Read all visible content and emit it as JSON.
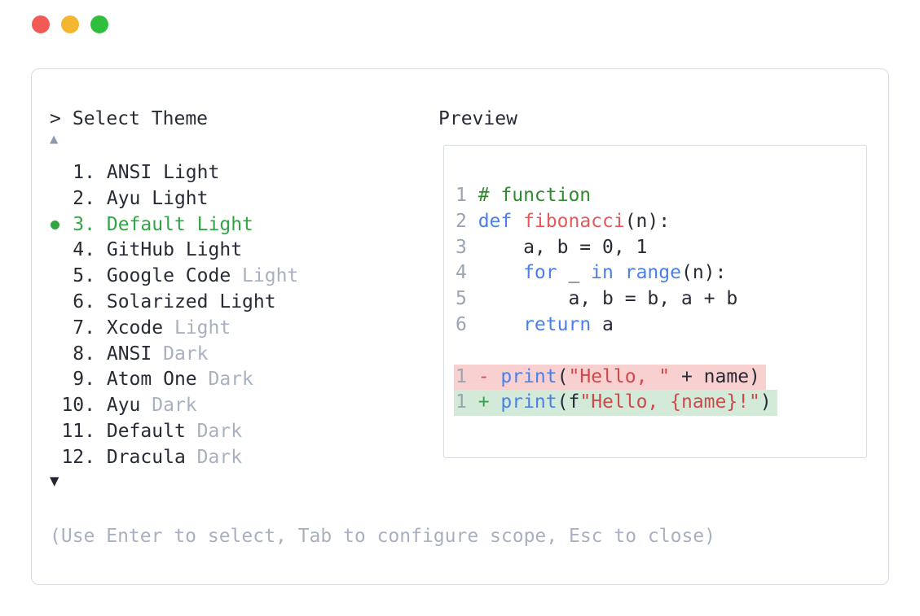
{
  "colors": {
    "traffic_red": "#f25a55",
    "traffic_yellow": "#f4b631",
    "traffic_green": "#2fbe3e",
    "border": "#d7dbe2",
    "text_dark": "#262b36",
    "text_dim": "#a8b1c0",
    "accent_green": "#31a546",
    "line_number": "#9aa4b2",
    "syntax_keyword": "#4a80e8",
    "syntax_function": "#e4595c",
    "syntax_string": "#ce4a4a",
    "syntax_comment": "#2e8b2e",
    "diff_removed_text": "#df4b4b",
    "diff_added_text": "#2da44e",
    "diff_removed_bg": "#f9d0d0",
    "diff_added_bg": "#d3ead8",
    "scroll_up_indicator": "#8e99ad",
    "scroll_down_indicator": "#21262f"
  },
  "prompt": {
    "caret": ">",
    "title": "Select Theme"
  },
  "list": {
    "up_indicator": "▲",
    "down_indicator": "▼",
    "items": [
      {
        "number": "1.",
        "name": "ANSI",
        "variant": "Light",
        "dim_variant": false,
        "selected": false
      },
      {
        "number": "2.",
        "name": "Ayu",
        "variant": "Light",
        "dim_variant": false,
        "selected": false
      },
      {
        "number": "3.",
        "name": "Default",
        "variant": "Light",
        "dim_variant": false,
        "selected": true
      },
      {
        "number": "4.",
        "name": "GitHub",
        "variant": "Light",
        "dim_variant": false,
        "selected": false
      },
      {
        "number": "5.",
        "name": "Google Code",
        "variant": "Light",
        "dim_variant": true,
        "selected": false
      },
      {
        "number": "6.",
        "name": "Solarized",
        "variant": "Light",
        "dim_variant": false,
        "selected": false
      },
      {
        "number": "7.",
        "name": "Xcode",
        "variant": "Light",
        "dim_variant": true,
        "selected": false
      },
      {
        "number": "8.",
        "name": "ANSI",
        "variant": "Dark",
        "dim_variant": true,
        "selected": false
      },
      {
        "number": "9.",
        "name": "Atom One",
        "variant": "Dark",
        "dim_variant": true,
        "selected": false
      },
      {
        "number": "10.",
        "name": "Ayu",
        "variant": "Dark",
        "dim_variant": true,
        "selected": false
      },
      {
        "number": "11.",
        "name": "Default",
        "variant": "Dark",
        "dim_variant": true,
        "selected": false
      },
      {
        "number": "12.",
        "name": "Dracula",
        "variant": "Dark",
        "dim_variant": true,
        "selected": false
      }
    ]
  },
  "help_text": "(Use Enter to select, Tab to configure scope, Esc to close)",
  "preview": {
    "label": "Preview",
    "code_lines": [
      {
        "num": "1",
        "tokens": [
          {
            "t": "# function",
            "c": "comment"
          }
        ]
      },
      {
        "num": "2",
        "tokens": [
          {
            "t": "def ",
            "c": "kw"
          },
          {
            "t": "fibonacci",
            "c": "fn"
          },
          {
            "t": "(n):",
            "c": "plain"
          }
        ]
      },
      {
        "num": "3",
        "tokens": [
          {
            "t": "    a, b = 0, 1",
            "c": "plain"
          }
        ]
      },
      {
        "num": "4",
        "tokens": [
          {
            "t": "    ",
            "c": "plain"
          },
          {
            "t": "for",
            "c": "kw"
          },
          {
            "t": " _ ",
            "c": "plain"
          },
          {
            "t": "in",
            "c": "kw"
          },
          {
            "t": " ",
            "c": "plain"
          },
          {
            "t": "range",
            "c": "kw"
          },
          {
            "t": "(n):",
            "c": "plain"
          }
        ]
      },
      {
        "num": "5",
        "tokens": [
          {
            "t": "        a, b = b, a + b",
            "c": "plain"
          }
        ]
      },
      {
        "num": "6",
        "tokens": [
          {
            "t": "    ",
            "c": "plain"
          },
          {
            "t": "return",
            "c": "kw"
          },
          {
            "t": " a",
            "c": "plain"
          }
        ]
      },
      {
        "num": "",
        "tokens": []
      },
      {
        "num": "1",
        "bg": "removed",
        "tokens": [
          {
            "t": "- ",
            "c": "removed"
          },
          {
            "t": "print",
            "c": "kw"
          },
          {
            "t": "(",
            "c": "plain"
          },
          {
            "t": "\"Hello, \"",
            "c": "str"
          },
          {
            "t": " + name)",
            "c": "plain"
          }
        ]
      },
      {
        "num": "1",
        "bg": "added",
        "tokens": [
          {
            "t": "+ ",
            "c": "added"
          },
          {
            "t": "print",
            "c": "kw"
          },
          {
            "t": "(f",
            "c": "plain"
          },
          {
            "t": "\"Hello, {name}!\"",
            "c": "str"
          },
          {
            "t": ")",
            "c": "plain"
          }
        ]
      }
    ]
  }
}
